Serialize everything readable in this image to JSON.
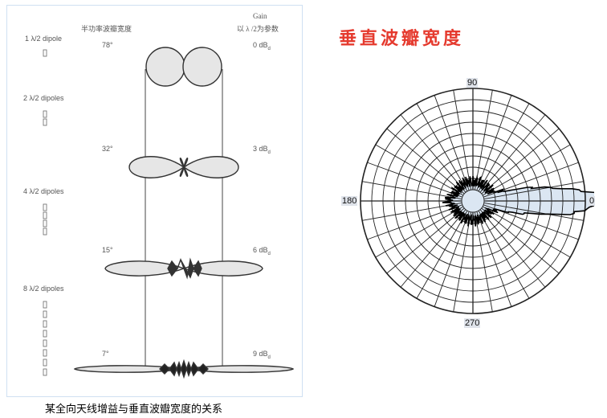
{
  "left": {
    "header_beamwidth": "半功率波瓣宽度",
    "header_gain": "Gain",
    "header_gain_sub": "以 λ /2为参数",
    "rows": [
      {
        "label": "1 λ/2 dipole",
        "beamwidth": "78°",
        "gain": "0 dB",
        "gain_sub": "d",
        "elements": 1
      },
      {
        "label": "2 λ/2 dipoles",
        "beamwidth": "32°",
        "gain": "3 dB",
        "gain_sub": "d",
        "elements": 2
      },
      {
        "label": "4 λ/2 dipoles",
        "beamwidth": "15°",
        "gain": "6 dB",
        "gain_sub": "d",
        "elements": 4
      },
      {
        "label": "8 λ/2 dipoles",
        "beamwidth": "7°",
        "gain": "9 dB",
        "gain_sub": "d",
        "elements": 8
      }
    ],
    "caption": "某全向天线增益与垂直波瓣宽度的关系"
  },
  "right": {
    "title": "垂直波瓣宽度",
    "angle_labels": {
      "top": "90",
      "left": "180",
      "right": "0",
      "bottom": "270"
    },
    "colors": {
      "title": "#e53a2e",
      "lobe_fill": "#dbe6f2"
    }
  }
}
